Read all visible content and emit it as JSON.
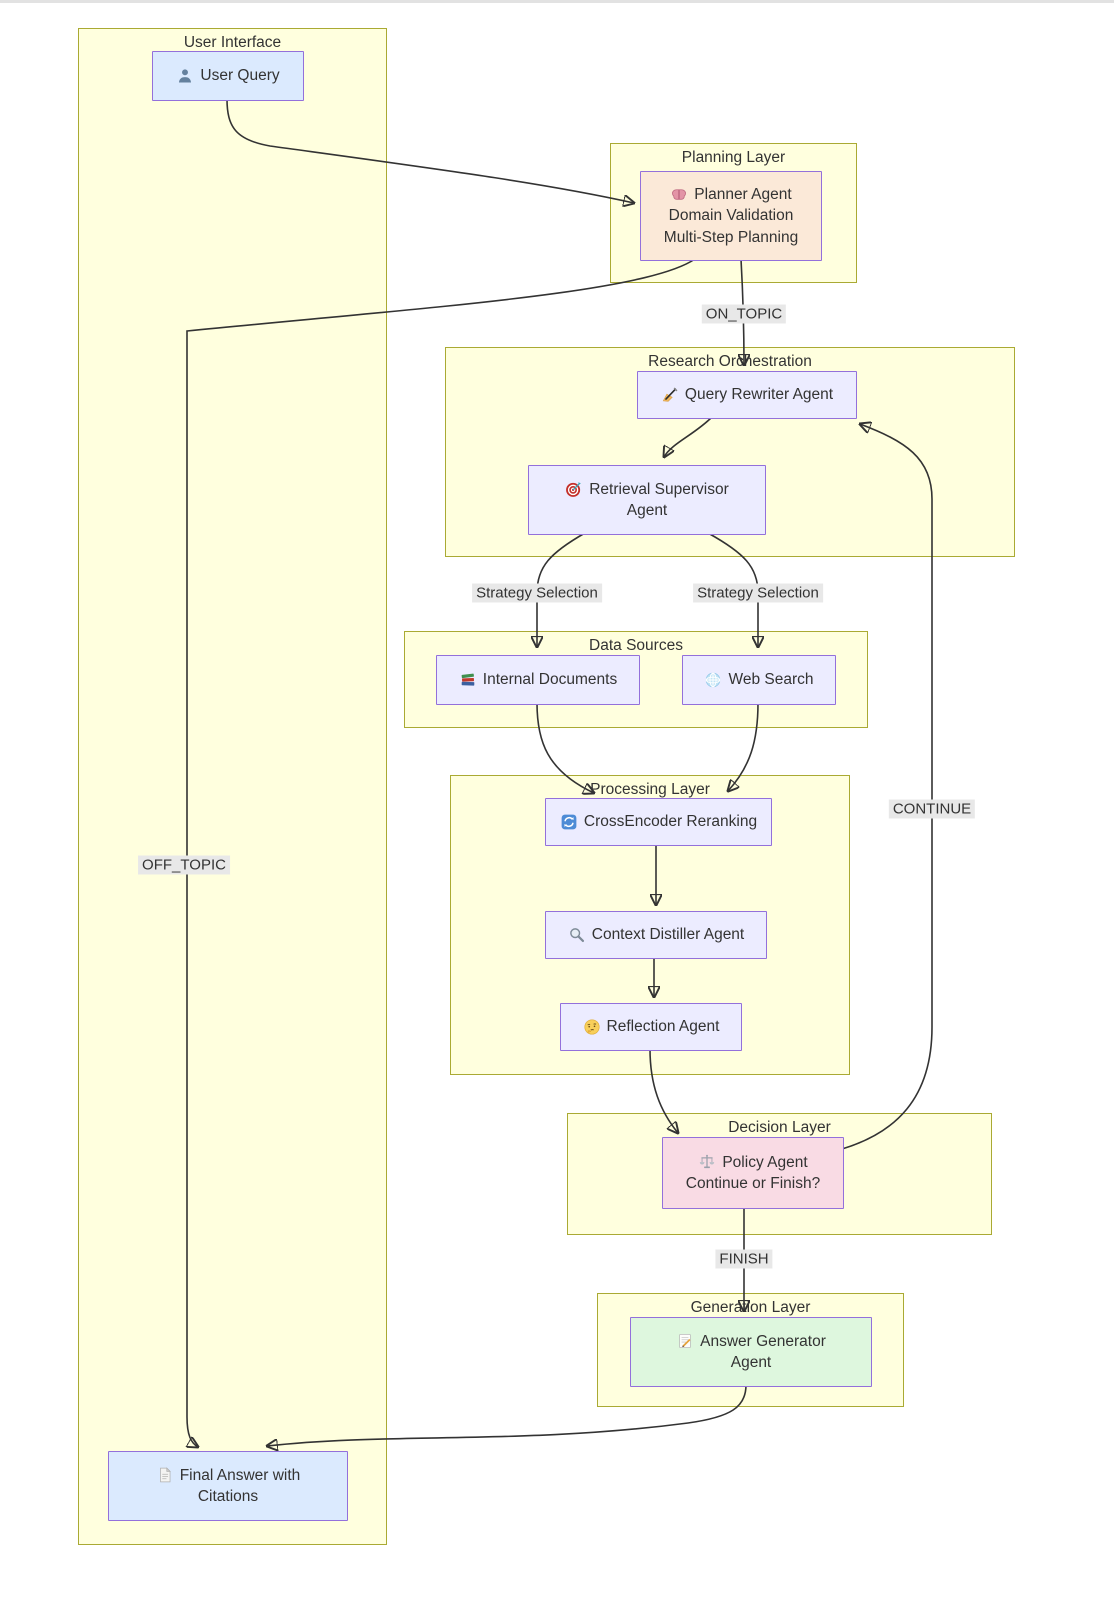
{
  "diagram": {
    "containers": [
      {
        "id": "user-interface",
        "title": "User Interface"
      },
      {
        "id": "planning-layer",
        "title": "Planning Layer"
      },
      {
        "id": "research-orchestration",
        "title": "Research Orchestration"
      },
      {
        "id": "data-sources",
        "title": "Data Sources"
      },
      {
        "id": "processing-layer",
        "title": "Processing Layer"
      },
      {
        "id": "decision-layer",
        "title": "Decision Layer"
      },
      {
        "id": "generation-layer",
        "title": "Generation Layer"
      }
    ],
    "nodes": [
      {
        "id": "user-query",
        "icon": "user-icon",
        "lines": [
          "User Query"
        ]
      },
      {
        "id": "planner-agent",
        "icon": "brain-icon",
        "lines": [
          "Planner Agent",
          "Domain Validation",
          "Multi-Step Planning"
        ]
      },
      {
        "id": "query-rewriter-agent",
        "icon": "writing-hand-icon",
        "lines": [
          "Query Rewriter Agent"
        ]
      },
      {
        "id": "retrieval-supervisor",
        "icon": "target-icon",
        "lines": [
          "Retrieval Supervisor",
          "Agent"
        ]
      },
      {
        "id": "internal-documents",
        "icon": "books-icon",
        "lines": [
          "Internal Documents"
        ]
      },
      {
        "id": "web-search",
        "icon": "globe-icon",
        "lines": [
          "Web Search"
        ]
      },
      {
        "id": "crossencoder",
        "icon": "refresh-icon",
        "lines": [
          "CrossEncoder Reranking"
        ]
      },
      {
        "id": "context-distiller",
        "icon": "magnifier-icon",
        "lines": [
          "Context Distiller Agent"
        ]
      },
      {
        "id": "reflection-agent",
        "icon": "thinking-face-icon",
        "lines": [
          "Reflection Agent"
        ]
      },
      {
        "id": "policy-agent",
        "icon": "balance-scale-icon",
        "lines": [
          "Policy Agent",
          "Continue or Finish?"
        ]
      },
      {
        "id": "answer-generator",
        "icon": "memo-icon",
        "lines": [
          "Answer Generator",
          "Agent"
        ]
      },
      {
        "id": "final-answer",
        "icon": "page-icon",
        "lines": [
          "Final Answer with",
          "Citations"
        ]
      }
    ],
    "edge_labels": {
      "on_topic": "ON_TOPIC",
      "off_topic": "OFF_TOPIC",
      "strategy_selection_left": "Strategy Selection",
      "strategy_selection_right": "Strategy Selection",
      "continue_label": "CONTINUE",
      "finish": "FINISH"
    },
    "colors": {
      "container_fill": "#ffffde",
      "container_border": "#aaaa33",
      "node_fill_default": "#ececff",
      "node_border": "#9370db",
      "node_fill_blue": "#dbeafe",
      "node_fill_peach": "#fbe9d8",
      "node_fill_pink": "#f9dbe4",
      "node_fill_green": "#def7de",
      "edge_color": "#333333",
      "edge_label_background": "#e8e8e8",
      "text_color": "#333333"
    }
  }
}
